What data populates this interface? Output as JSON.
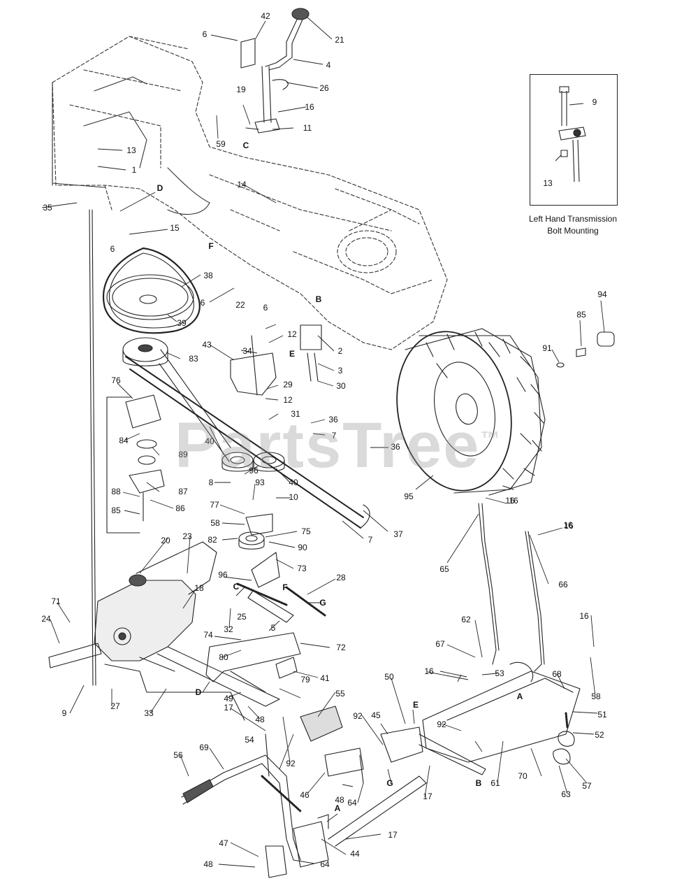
{
  "inset": {
    "caption_line1": "Left Hand Transmission",
    "caption_line2": "Bolt Mounting",
    "callouts": [
      "9",
      "13"
    ]
  },
  "watermark": {
    "text": "PartsTree",
    "mark": "™"
  },
  "callouts": [
    "6",
    "42",
    "21",
    "4",
    "26",
    "19",
    "16",
    "11",
    "C",
    "59",
    "13",
    "1",
    "D",
    "35",
    "6",
    "15",
    "14",
    "F",
    "38",
    "6",
    "39",
    "22",
    "6",
    "B",
    "12",
    "2",
    "43",
    "34",
    "E",
    "3",
    "30",
    "29",
    "12",
    "31",
    "83",
    "76",
    "84",
    "89",
    "40",
    "36",
    "7",
    "36",
    "96",
    "40",
    "87",
    "8",
    "93",
    "10",
    "88",
    "86",
    "85",
    "77",
    "37",
    "7",
    "95",
    "91",
    "85",
    "94",
    "16",
    "16",
    "65",
    "66",
    "58",
    "82",
    "75",
    "90",
    "73",
    "20",
    "23",
    "96",
    "28",
    "C",
    "F",
    "G",
    "18",
    "25",
    "71",
    "24",
    "5",
    "72",
    "74",
    "80",
    "32",
    "41",
    "D",
    "49",
    "79",
    "17",
    "48",
    "27",
    "33",
    "9",
    "92",
    "62",
    "67",
    "16",
    "53",
    "50",
    "E",
    "55",
    "45",
    "92",
    "92",
    "54",
    "58",
    "51",
    "52",
    "68",
    "A",
    "16",
    "56",
    "69",
    "46",
    "48",
    "G",
    "64",
    "17",
    "B",
    "61",
    "70",
    "63",
    "57",
    "A",
    "17",
    "47",
    "44",
    "48",
    "64",
    "16",
    "16"
  ],
  "icons": [
    "wheel-icon",
    "transmission-icon",
    "pulley-icon",
    "belt-icon",
    "shift-lever-icon",
    "frame-icon"
  ]
}
